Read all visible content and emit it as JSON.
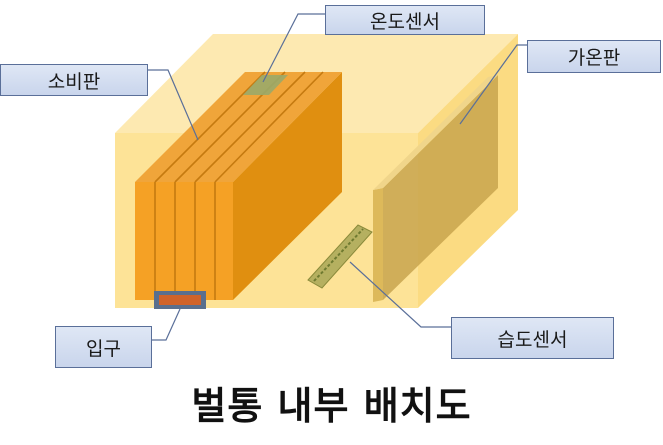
{
  "labels": {
    "temperature_sensor": "온도센서",
    "heating_plate": "가온판",
    "comb_frame": "소비판",
    "entrance": "입구",
    "humidity_sensor": "습도센서"
  },
  "title": "벌통 내부 배치도"
}
